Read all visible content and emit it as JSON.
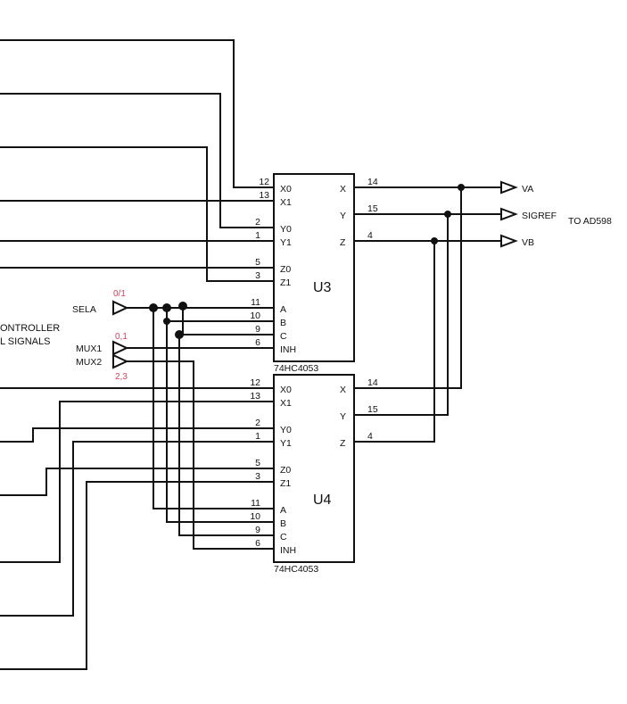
{
  "u3": {
    "designator": "U3",
    "part_number": "74HC4053",
    "left_pins": [
      {
        "num": "12",
        "name": "X0"
      },
      {
        "num": "13",
        "name": "X1"
      },
      {
        "num": "2",
        "name": "Y0"
      },
      {
        "num": "1",
        "name": "Y1"
      },
      {
        "num": "5",
        "name": "Z0"
      },
      {
        "num": "3",
        "name": "Z1"
      },
      {
        "num": "11",
        "name": "A"
      },
      {
        "num": "10",
        "name": "B"
      },
      {
        "num": "9",
        "name": "C"
      },
      {
        "num": "6",
        "name": "INH"
      }
    ],
    "right_pins": [
      {
        "num": "14",
        "name": "X"
      },
      {
        "num": "15",
        "name": "Y"
      },
      {
        "num": "4",
        "name": "Z"
      }
    ]
  },
  "u4": {
    "designator": "U4",
    "part_number": "74HC4053",
    "left_pins": [
      {
        "num": "12",
        "name": "X0"
      },
      {
        "num": "13",
        "name": "X1"
      },
      {
        "num": "2",
        "name": "Y0"
      },
      {
        "num": "1",
        "name": "Y1"
      },
      {
        "num": "5",
        "name": "Z0"
      },
      {
        "num": "3",
        "name": "Z1"
      },
      {
        "num": "11",
        "name": "A"
      },
      {
        "num": "10",
        "name": "B"
      },
      {
        "num": "9",
        "name": "C"
      },
      {
        "num": "6",
        "name": "INH"
      }
    ],
    "right_pins": [
      {
        "num": "14",
        "name": "X"
      },
      {
        "num": "15",
        "name": "Y"
      },
      {
        "num": "4",
        "name": "Z"
      }
    ]
  },
  "outputs": {
    "va": "VA",
    "sigref": "SIGREF",
    "vb": "VB",
    "destination": "TO AD598"
  },
  "inputs": {
    "sela": "SELA",
    "mux1": "MUX1",
    "mux2": "MUX2",
    "controller_line1": "ONTROLLER",
    "controller_line2": "L SIGNALS"
  },
  "annotations": {
    "sela_states": "0/1",
    "mux1_states": "0,1",
    "mux2_states": "2,3"
  },
  "colors": {
    "wire": "#111111",
    "annotation": "#e0405a",
    "background": "#ffffff"
  }
}
